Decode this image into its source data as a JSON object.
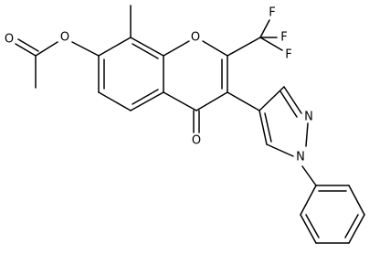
{
  "diagram": {
    "type": "chemical-structure",
    "atoms": [
      {
        "id": "O_ester",
        "label": "O"
      },
      {
        "id": "O_carbonyl_ester",
        "label": "O"
      },
      {
        "id": "O_ring",
        "label": "O"
      },
      {
        "id": "O_ketone",
        "label": "O"
      },
      {
        "id": "F1",
        "label": "F"
      },
      {
        "id": "F2",
        "label": "F"
      },
      {
        "id": "F3",
        "label": "F"
      },
      {
        "id": "N2",
        "label": "N"
      },
      {
        "id": "N1",
        "label": "N"
      }
    ]
  }
}
